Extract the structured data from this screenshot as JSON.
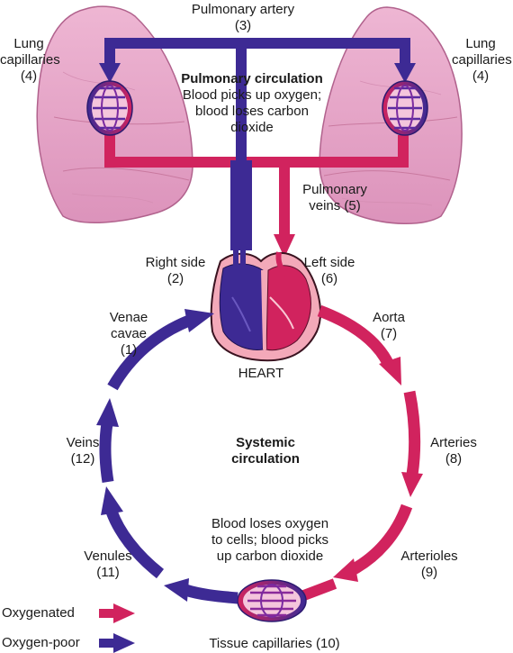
{
  "colors": {
    "oxygenated": "#d1235e",
    "oxygen_poor": "#3d2a94",
    "lung_fill": "#e7a6c9",
    "lung_edge": "#b1628d",
    "heart_outline": "#3a1320"
  },
  "labels": {
    "pulmonary_artery": {
      "line1": "Pulmonary artery",
      "line2": "(3)"
    },
    "lung_capillaries_left": {
      "line1": "Lung",
      "line2": "capillaries",
      "line3": "(4)"
    },
    "lung_capillaries_right": {
      "line1": "Lung",
      "line2": "capillaries",
      "line3": "(4)"
    },
    "pulmonary_circulation": {
      "title": "Pulmonary circulation",
      "line1": "Blood picks up oxygen;",
      "line2": "blood loses carbon",
      "line3": "dioxide"
    },
    "pulmonary_veins": {
      "line1": "Pulmonary",
      "line2": "veins (5)"
    },
    "right_side": {
      "line1": "Right side",
      "line2": "(2)"
    },
    "left_side": {
      "line1": "Left side",
      "line2": "(6)"
    },
    "venae_cavae": {
      "line1": "Venae",
      "line2": "cavae",
      "line3": "(1)"
    },
    "aorta": {
      "line1": "Aorta",
      "line2": "(7)"
    },
    "heart": "HEART",
    "veins": {
      "line1": "Veins",
      "line2": "(12)"
    },
    "systemic_circulation": {
      "line1": "Systemic",
      "line2": "circulation"
    },
    "arteries": {
      "line1": "Arteries",
      "line2": "(8)"
    },
    "tissue_exchange": {
      "line1": "Blood loses oxygen",
      "line2": "to cells; blood picks",
      "line3": "up carbon dioxide"
    },
    "venules": {
      "line1": "Venules",
      "line2": "(11)"
    },
    "arterioles": {
      "line1": "Arterioles",
      "line2": "(9)"
    },
    "tissue_capillaries": "Tissue capillaries (10)"
  },
  "legend": [
    {
      "label": "Oxygenated",
      "color_key": "oxygenated"
    },
    {
      "label": "Oxygen-poor",
      "color_key": "oxygen_poor"
    }
  ]
}
